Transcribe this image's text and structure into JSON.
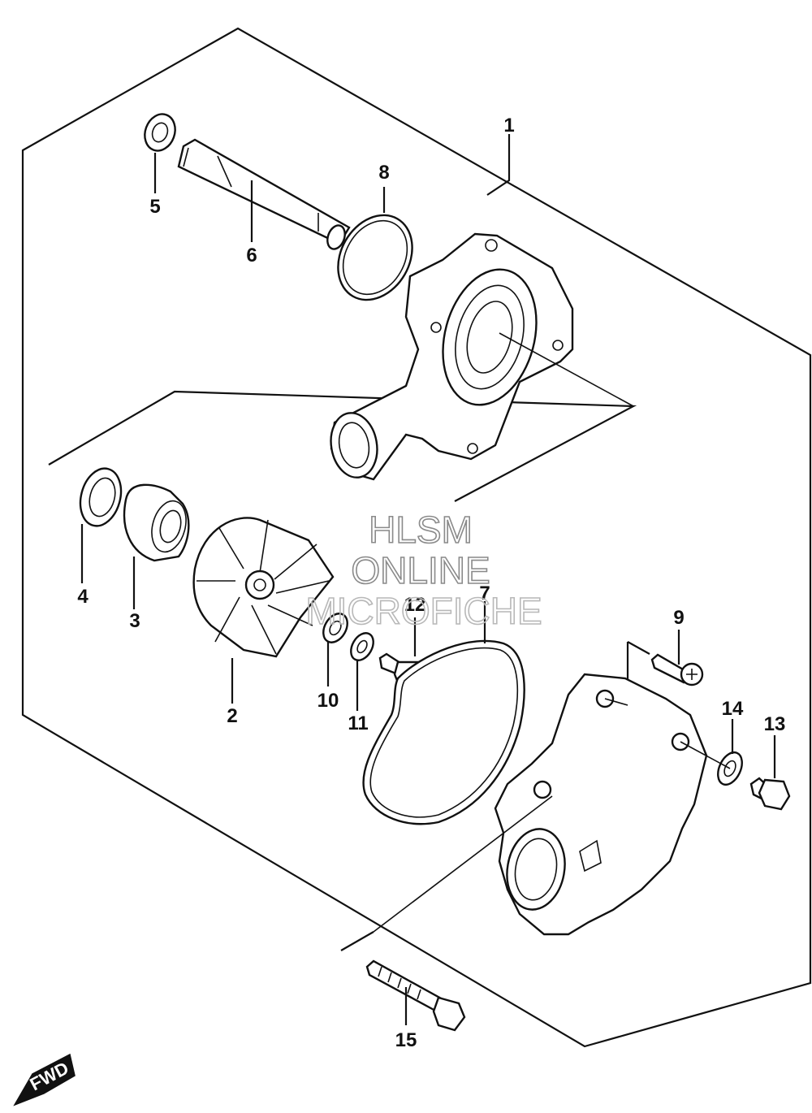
{
  "callouts": [
    {
      "id": "1",
      "label": "1"
    },
    {
      "id": "2",
      "label": "2"
    },
    {
      "id": "3",
      "label": "3"
    },
    {
      "id": "4",
      "label": "4"
    },
    {
      "id": "5",
      "label": "5"
    },
    {
      "id": "6",
      "label": "6"
    },
    {
      "id": "7",
      "label": "7"
    },
    {
      "id": "8",
      "label": "8"
    },
    {
      "id": "9",
      "label": "9"
    },
    {
      "id": "10",
      "label": "10"
    },
    {
      "id": "11",
      "label": "11"
    },
    {
      "id": "12",
      "label": "12"
    },
    {
      "id": "13",
      "label": "13"
    },
    {
      "id": "14",
      "label": "14"
    },
    {
      "id": "15",
      "label": "15"
    }
  ],
  "watermark": {
    "line1": "HLSM",
    "line2": "ONLINE",
    "line3": "MICROFICHE"
  },
  "fwd_badge": {
    "label": "FWD"
  }
}
